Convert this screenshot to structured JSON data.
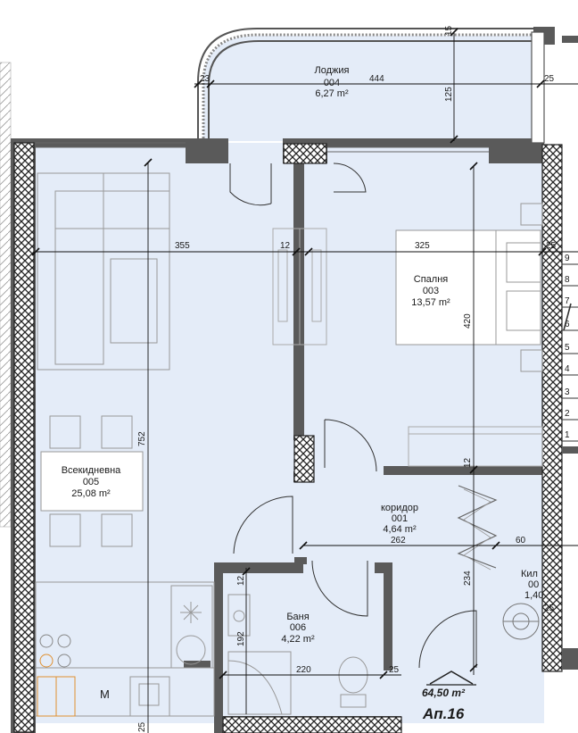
{
  "rooms": {
    "loggia": {
      "name": "Лоджия",
      "number": "004",
      "area": "6,27 m²"
    },
    "bedroom": {
      "name": "Спалня",
      "number": "003",
      "area": "13,57 m²"
    },
    "living": {
      "name": "Всекидневна",
      "number": "005",
      "area": "25,08 m²"
    },
    "corridor": {
      "name": "коридор",
      "number": "001",
      "area": "4,64 m²"
    },
    "bathroom": {
      "name": "Баня",
      "number": "006",
      "area": "4,22 m²"
    },
    "storage": {
      "name": "Кил",
      "number": "00",
      "area": "1,40"
    }
  },
  "dimensions": {
    "loggia_width": "444",
    "loggia_depth": "125",
    "loggia_left": "23",
    "loggia_right": "25",
    "loggia_top": "15",
    "living_width": "355",
    "wall_mid": "12",
    "bedroom_width": "325",
    "bedroom_depth": "420",
    "right_small": "25",
    "living_depth": "752",
    "bedroom_wall": "12",
    "corridor_width": "262",
    "corridor_right": "60",
    "corridor_depth": "234",
    "bath_top": "12",
    "bath_depth": "192",
    "bath_width": "220",
    "bath_right": "25",
    "storage_small": "25",
    "bottom_left": "25"
  },
  "stair_steps": [
    "9",
    "8",
    "7",
    "6",
    "5",
    "4",
    "3",
    "2",
    "1"
  ],
  "apartment": {
    "total_area": "64,50 m²",
    "label": "Ап.16"
  },
  "appliance": {
    "m_label": "M"
  }
}
